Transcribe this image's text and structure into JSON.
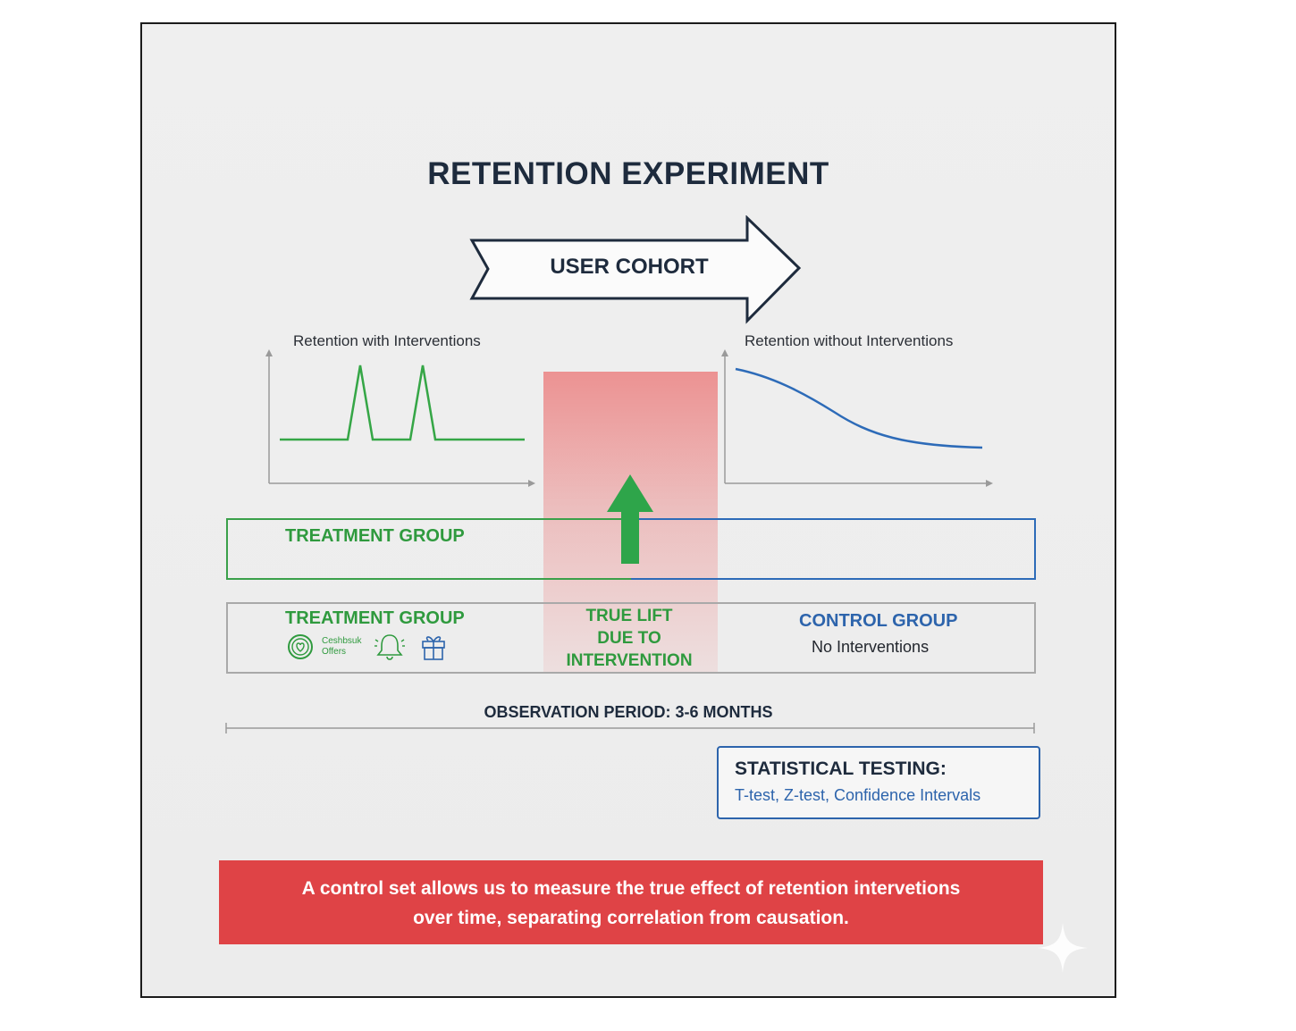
{
  "diagram": {
    "title": "RETENTION EXPERIMENT",
    "cohort_label": "USER COHORT",
    "left_chart_label": "Retention with Interventions",
    "right_chart_label": "Retention without Interventions",
    "treatment_band_label": "TREATMENT GROUP",
    "treatment_group": {
      "label": "TREATMENT GROUP",
      "offer_text_line1": "Ceshbsuk",
      "offer_text_line2": "Offers",
      "icons": [
        "heart-coin-icon",
        "bell-icon",
        "gift-icon"
      ]
    },
    "lift": {
      "line1": "TRUE LIFT",
      "line2": "DUE TO",
      "line3": "INTERVENTION"
    },
    "control_group": {
      "label": "CONTROL GROUP",
      "sublabel": "No Interventions"
    },
    "observation_period": "OBSERVATION PERIOD: 3-6 MONTHS",
    "stats": {
      "title": "STATISTICAL TESTING:",
      "methods": "T-test, Z-test, Confidence Intervals"
    },
    "banner_line1": "A control set allows us to measure the true effect of retention intervetions",
    "banner_line2": "over time, separating correlation from causation.",
    "colors": {
      "treatment": "#2f9a3e",
      "control": "#2d64ac",
      "navy": "#1e2b3d",
      "banner": "#df4346",
      "lift_zone": "#ec8282"
    }
  }
}
